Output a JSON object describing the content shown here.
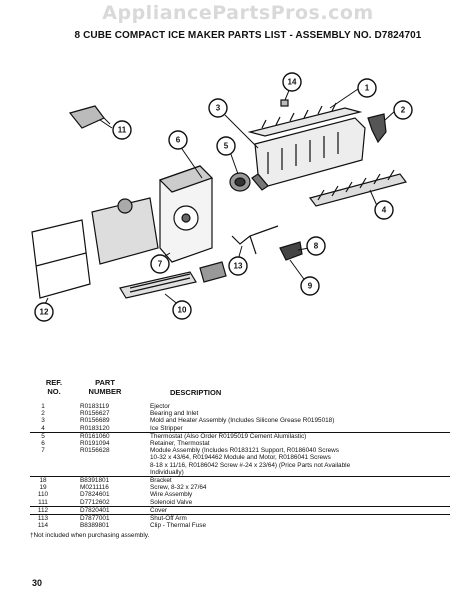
{
  "watermark": "AppliancePartsPros.com",
  "title": "8 CUBE COMPACT ICE MAKER PARTS LIST - ASSEMBLY NO. D7824701",
  "callouts": [
    "1",
    "2",
    "3",
    "4",
    "5",
    "6",
    "7",
    "8",
    "9",
    "10",
    "11",
    "12",
    "13",
    "14"
  ],
  "table": {
    "ref_header": [
      "REF.",
      "NO."
    ],
    "part_header": [
      "PART",
      "NUMBER"
    ],
    "desc_header": "DESCRIPTION",
    "rows": [
      {
        "ref": "1",
        "part": "R0183119",
        "desc": "Ejector"
      },
      {
        "ref": "2",
        "part": "R0156627",
        "desc": "Bearing and Inlet"
      },
      {
        "ref": "3",
        "part": "R0156689",
        "desc": "Mold and Heater Assembly (Includes Silicone Grease R0195018)"
      },
      {
        "ref": "4",
        "part": "R0183120",
        "desc": "Ice Stripper"
      },
      {
        "ref": "5",
        "part": "R0161060",
        "desc": "Thermostat (Also Order R0195019 Cement Alumilastic)"
      },
      {
        "ref": "6",
        "part": "R0191094",
        "desc": "Retainer, Thermostat"
      },
      {
        "ref": "7",
        "part": "R0156628",
        "desc": "Module Assembly (Includes R0183121 Support, R0186040 Screws"
      },
      {
        "ref": "",
        "part": "",
        "desc": "10-32 x 43/64, R0194462 Module and Motor, R0186041 Screws"
      },
      {
        "ref": "",
        "part": "",
        "desc": "8-18 x 11/16, R0186042 Screw #-24 x 23/64) (Price Parts not Available"
      },
      {
        "ref": "",
        "part": "",
        "desc": "Individually)"
      },
      {
        "ref": "",
        "part": "",
        "desc": ""
      },
      {
        "ref": "18",
        "part": "B8391801",
        "desc": "Bracket"
      },
      {
        "ref": "19",
        "part": "M0211116",
        "desc": "Screw, 8-32 x 27/64"
      },
      {
        "ref": "110",
        "part": "D7824601",
        "desc": "Wire Assembly"
      },
      {
        "ref": "111",
        "part": "D7712602",
        "desc": "Solenoid Valve"
      },
      {
        "ref": "112",
        "part": "D7820401",
        "desc": "Cover"
      },
      {
        "ref": "113",
        "part": "D7877001",
        "desc": "Shut-Off Arm"
      },
      {
        "ref": "114",
        "part": "B8389801",
        "desc": "Clip - Thermal Fuse"
      }
    ]
  },
  "footnote": "†Not included when purchasing assembly.",
  "page_number": "30"
}
